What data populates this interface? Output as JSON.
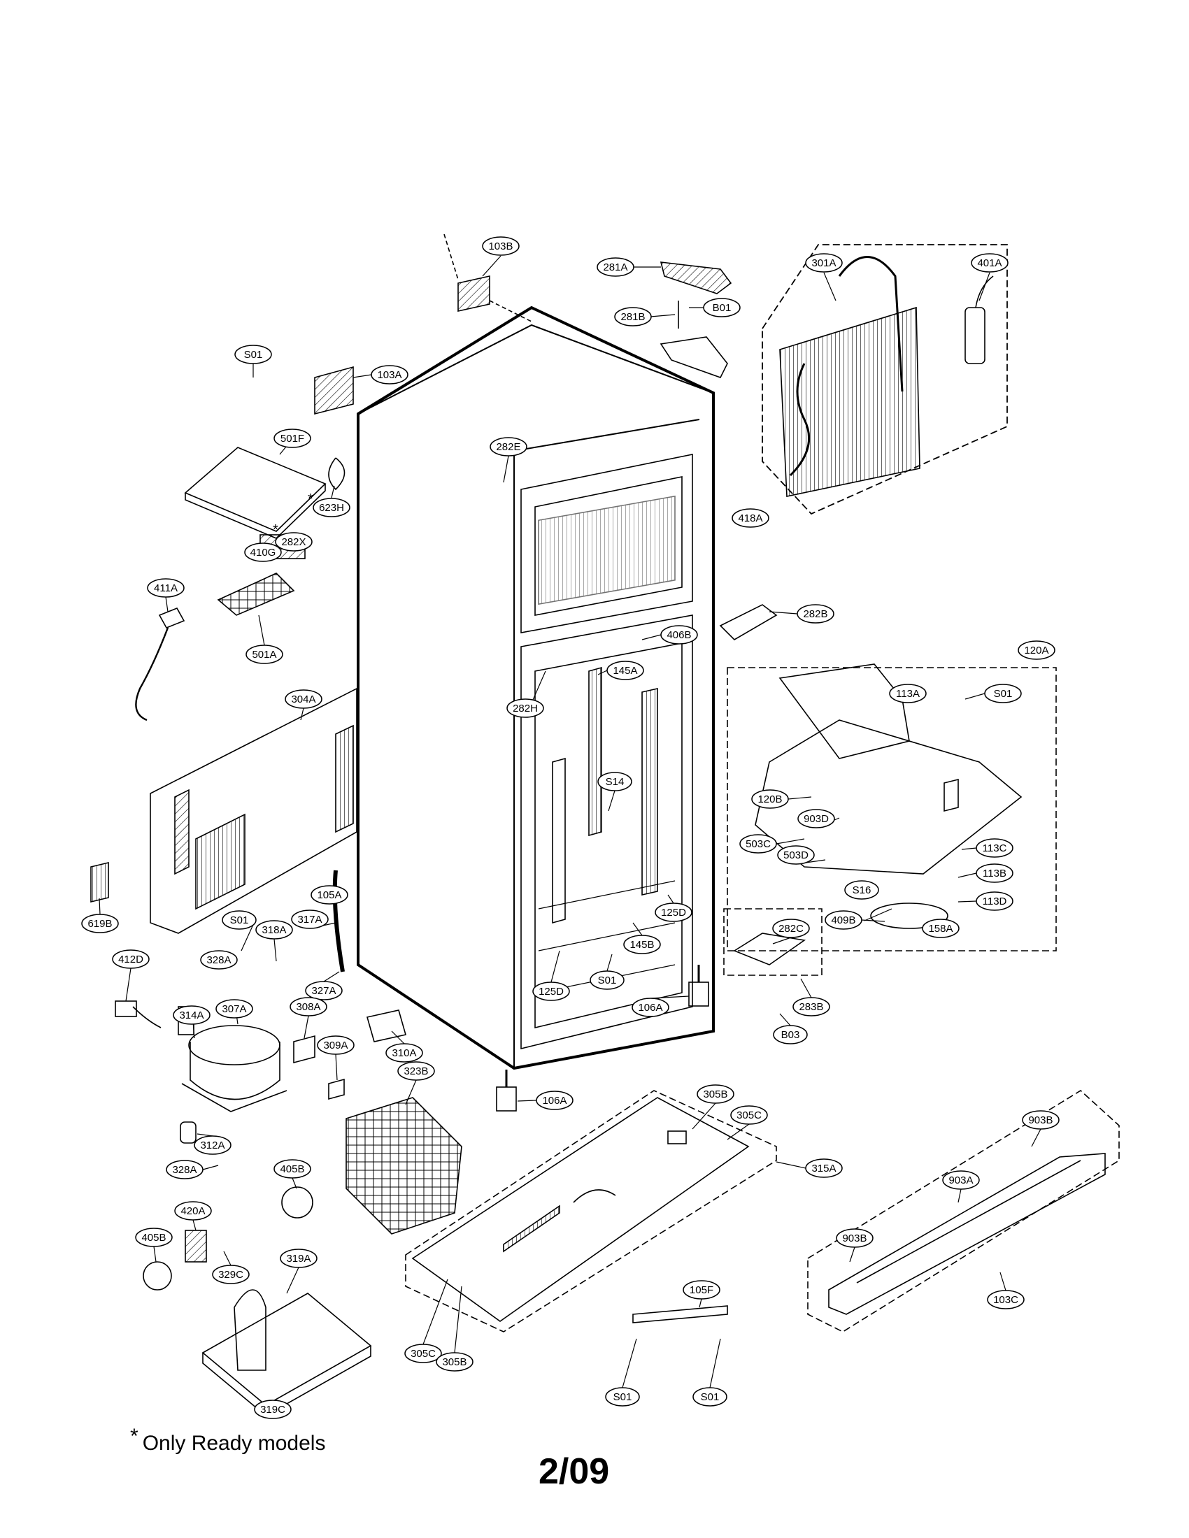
{
  "footnote": {
    "marker": "*",
    "text": "Only Ready models"
  },
  "page_number": "2/09",
  "callouts": {
    "c103B": "103B",
    "c281A": "281A",
    "c301A": "301A",
    "c401A": "401A",
    "c281B": "281B",
    "cB01": "B01",
    "cS01_top": "S01",
    "c103A": "103A",
    "c501F": "501F",
    "c282E": "282E",
    "c623H": "623H",
    "c282X": "282X",
    "c410G": "410G",
    "c418A": "418A",
    "c411A": "411A",
    "c282B": "282B",
    "c501A": "501A",
    "c406B": "406B",
    "c120A": "120A",
    "c304A": "304A",
    "c145A": "145A",
    "c113A": "113A",
    "cS01_113": "S01",
    "c282H": "282H",
    "c120B": "120B",
    "cS14": "S14",
    "c903D": "903D",
    "c503C": "503C",
    "c113C": "113C",
    "c503D": "503D",
    "c113B": "113B",
    "c619B": "619B",
    "c105A": "105A",
    "c125D_r": "125D",
    "cS16": "S16",
    "c113D": "113D",
    "cS01_mid": "S01",
    "c317A": "317A",
    "c409B": "409B",
    "c158A": "158A",
    "c318A": "318A",
    "c282C": "282C",
    "c328A_a": "328A",
    "c145B": "145B",
    "c412D": "412D",
    "cS01_bot": "S01",
    "c125D_l": "125D",
    "c327A": "327A",
    "c283B": "283B",
    "c106A_r": "106A",
    "c314A": "314A",
    "c307A": "307A",
    "c308A": "308A",
    "cB03": "B03",
    "c309A": "309A",
    "c310A": "310A",
    "c323B": "323B",
    "c106A_b": "106A",
    "c305B_t": "305B",
    "c305C_t": "305C",
    "c312A": "312A",
    "c903B_t": "903B",
    "c315A": "315A",
    "c328A_b": "328A",
    "c405B_t": "405B",
    "c903A": "903A",
    "c420A": "420A",
    "c903B_b": "903B",
    "c405B_l": "405B",
    "c329C": "329C",
    "c319A": "319A",
    "c105F": "105F",
    "c103C": "103C",
    "c305C_b": "305C",
    "c305B_b": "305B",
    "c319C": "319C",
    "cS01_l": "S01",
    "cS01_r": "S01"
  }
}
